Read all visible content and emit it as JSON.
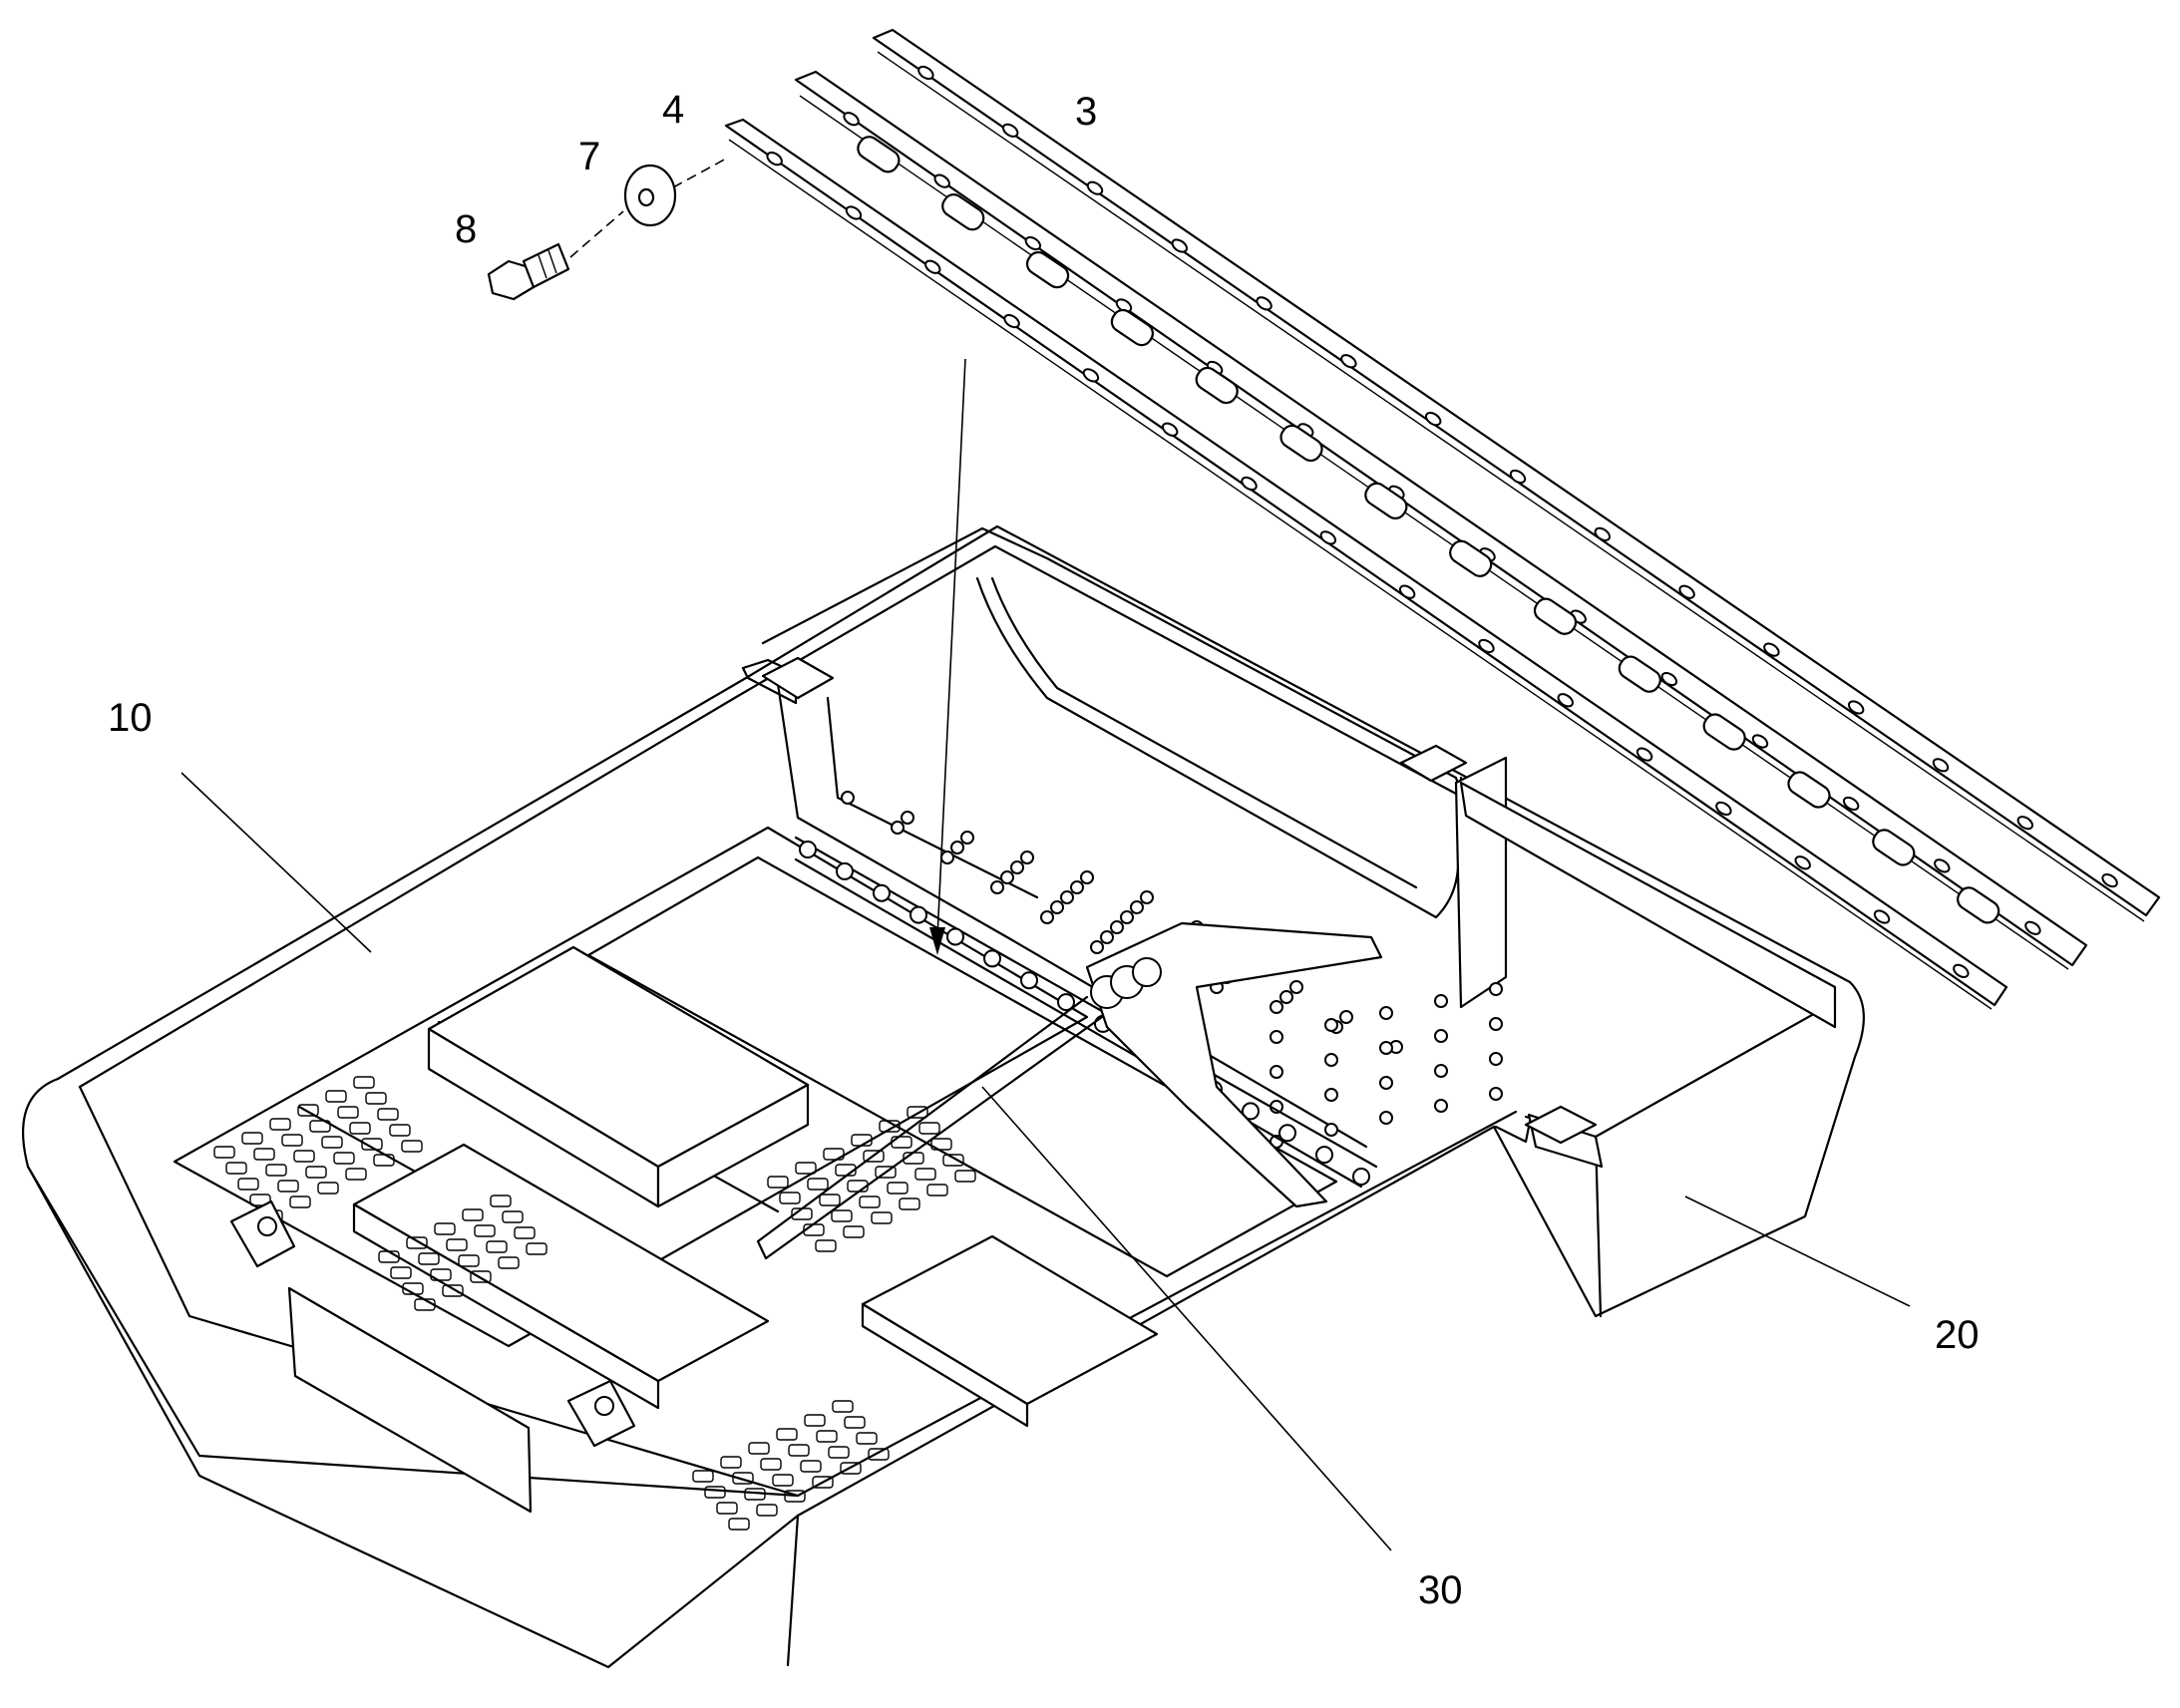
{
  "drawing": {
    "labels": [
      {
        "id": "part-3",
        "text": "3"
      },
      {
        "id": "part-4",
        "text": "4"
      },
      {
        "id": "part-7",
        "text": "7"
      },
      {
        "id": "part-8",
        "text": "8"
      },
      {
        "id": "part-10",
        "text": "10"
      },
      {
        "id": "part-20",
        "text": "20"
      },
      {
        "id": "part-30",
        "text": "30"
      }
    ]
  }
}
